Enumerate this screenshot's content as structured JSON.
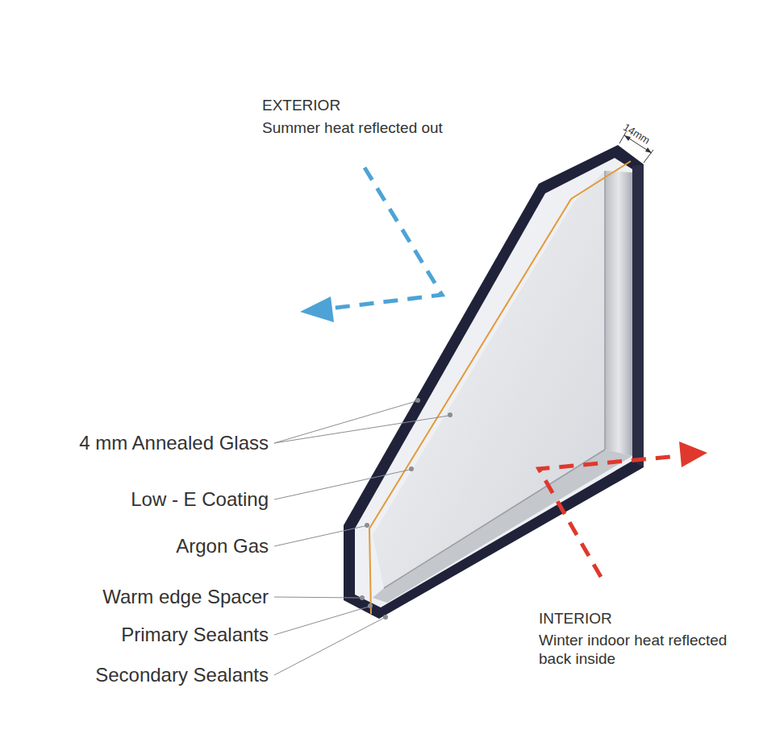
{
  "diagram": {
    "labels": [
      "EXTERIOR",
      "Summer heat reflected out",
      "14mm",
      "4 mm Annealed Glass",
      "Low - E Coating",
      "Argon Gas",
      "Warm edge Spacer",
      "Primary Sealants",
      "Secondary Sealants",
      "INTERIOR",
      "Winter indoor heat reflected back inside"
    ]
  }
}
